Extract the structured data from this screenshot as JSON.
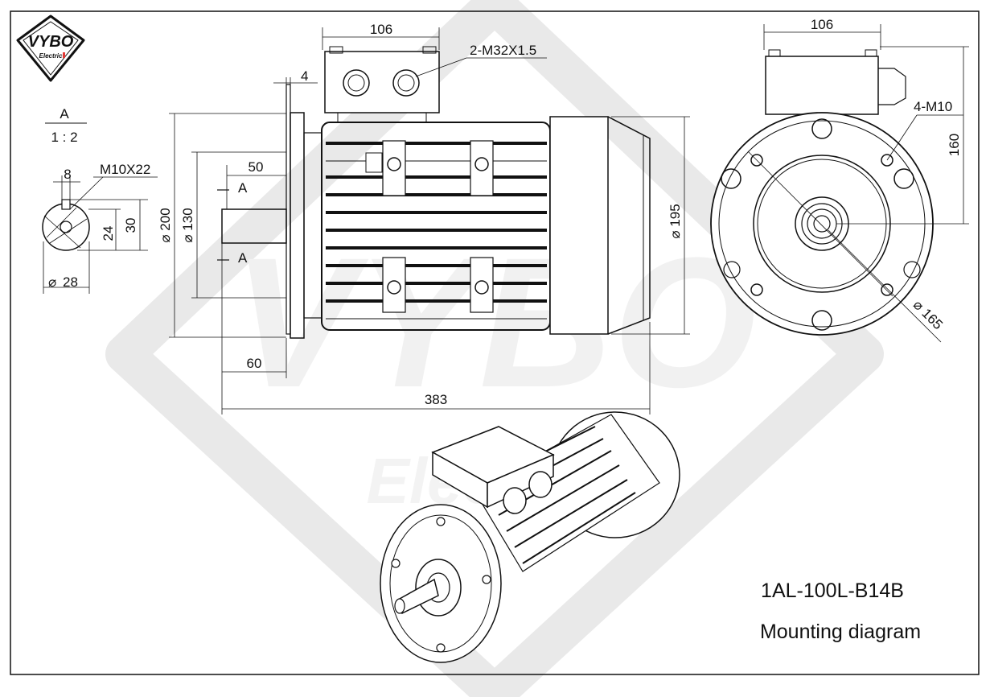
{
  "logo": {
    "brand": "VYBO",
    "sub": "Electric"
  },
  "watermark": {
    "brand": "VYBO",
    "sub": "Electric"
  },
  "section": {
    "label": "A",
    "scale": "1 : 2"
  },
  "shaft_detail": {
    "keyway": "8",
    "thread": "M10X22",
    "h24": "24",
    "h30": "30",
    "diameter": "28"
  },
  "side_view": {
    "terminal_width": "106",
    "glands": "2-M32X1.5",
    "flange_thickness": "4",
    "shaft_length": "50",
    "section_mark": "A",
    "flange_diameter": "200",
    "spigot_diameter": "130",
    "body_diameter": "195",
    "shaft_offset": "60",
    "overall_length": "383"
  },
  "end_view": {
    "terminal_width": "106",
    "holes": "4-M10",
    "height": "160",
    "pcd": "165"
  },
  "model": "1AL-100L-B14B",
  "caption": "Mounting diagram",
  "colors": {
    "line": "#111111",
    "watermark": "#e6e6e6",
    "accent": "#e53935"
  }
}
